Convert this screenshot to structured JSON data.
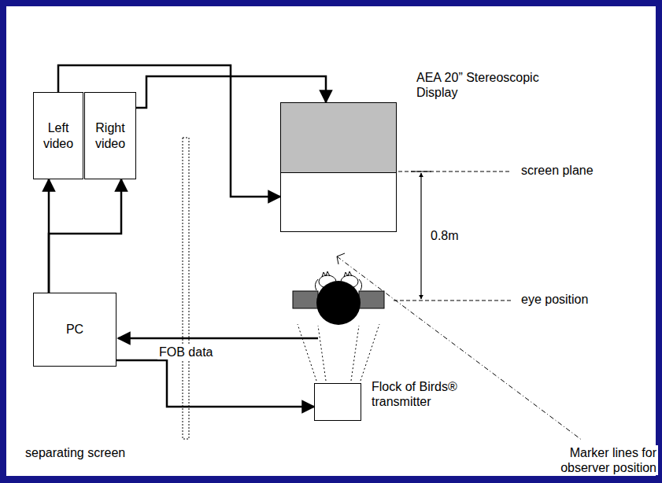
{
  "diagram": {
    "nodes": [
      {
        "text": [
          "Left video"
        ]
      },
      {
        "text": [
          "Right video"
        ]
      },
      {
        "text": [
          "PC"
        ]
      },
      {
        "text": [
          "Flock of Birds® transmitter"
        ]
      },
      {
        "text": [
          "AEA 20” Stereoscopic Display"
        ]
      }
    ],
    "edges": [
      {
        "from": 2,
        "to": 0,
        "arrow": "to"
      },
      {
        "from": 2,
        "to": 1,
        "arrow": "to"
      },
      {
        "from": 0,
        "to": 4,
        "arrow": "to"
      },
      {
        "from": 1,
        "to": 4,
        "arrow": "to"
      },
      {
        "from": 2,
        "to": 3,
        "arrow": "to"
      }
    ],
    "labels": [
      "screen plane",
      "0.8m",
      "eye position",
      "Marker lines for observer position",
      "FOB data",
      "separating screen"
    ]
  }
}
